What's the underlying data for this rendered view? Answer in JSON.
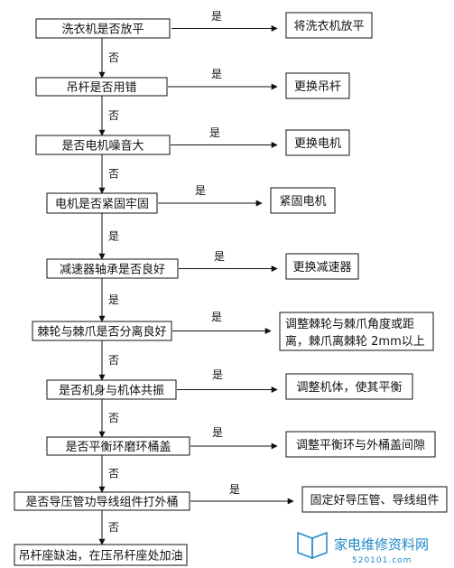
{
  "diagram": {
    "yes_label": "是",
    "no_label": "否",
    "checks": [
      {
        "question": "洗衣机是否放平",
        "yes_action": "将洗衣机放平",
        "next_label": "否"
      },
      {
        "question": "吊杆是否用错",
        "yes_action": "更换吊杆",
        "next_label": "否"
      },
      {
        "question": "是否电机噪音大",
        "yes_action": "更换电机",
        "next_label": "否"
      },
      {
        "question": "电机是否紧固牢固",
        "yes_action": "紧固电机",
        "next_label": "是"
      },
      {
        "question": "减速器轴承是否良好",
        "yes_action": "更换减速器",
        "next_label": "是"
      },
      {
        "question": "棘轮与棘爪是否分离良好",
        "yes_action_lines": [
          "调整棘轮与棘爪角度或距",
          "离，棘爪离棘轮 2mm以上"
        ],
        "next_label": "否"
      },
      {
        "question": "是否机身与机体共振",
        "yes_action": "调整机体，使其平衡",
        "next_label": "否"
      },
      {
        "question": "是否平衡环磨环桶盖",
        "yes_action": "调整平衡环与外桶盖间隙",
        "next_label": "否"
      },
      {
        "question": "是否导压管功导线组件打外桶",
        "yes_action": "固定好导压管、导线组件",
        "next_label": "否"
      }
    ],
    "final_action": "吊杆座缺油，在压吊杆座处加油"
  },
  "watermark": {
    "text": "家电维修资料网",
    "url": "520101.com"
  },
  "colors": {
    "line": "#111111",
    "watermark": "#1e88c8"
  }
}
